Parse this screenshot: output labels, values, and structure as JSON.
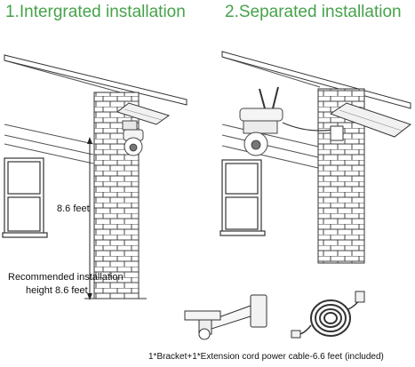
{
  "titles": {
    "integrated": "1.Intergrated installation",
    "separated": "2.Separated installation"
  },
  "integrated": {
    "height_label": "8.6 feet",
    "recommendation_line1": "Recommended installation",
    "recommendation_line2": "height 8.6 feet"
  },
  "accessories": {
    "caption": "1*Bracket+1*Extension cord power cable-6.6 feet (included)"
  },
  "colors": {
    "title_green": "#46a24a",
    "line": "#333333",
    "text": "#111111"
  },
  "icons": {
    "camera": "ptz-camera-icon",
    "solar_panel": "solar-panel-icon",
    "bracket": "wall-bracket-icon",
    "cable": "coiled-cable-icon"
  }
}
